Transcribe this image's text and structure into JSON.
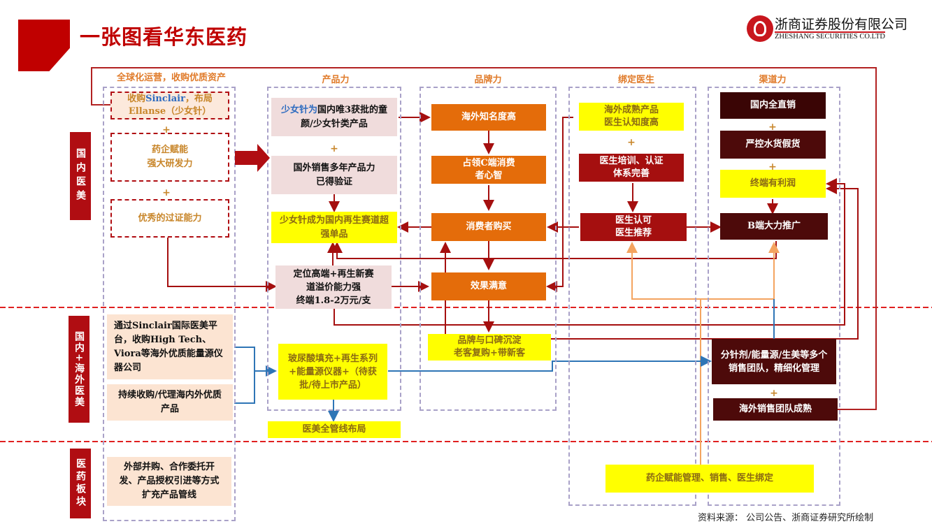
{
  "header": {
    "title": "一张图看华东医药",
    "company_cn": "浙商证券股份有限公司",
    "company_en": "ZHESHANG SECURITIES CO.LTD"
  },
  "section_labels": {
    "domestic_aesthetics": "国内医美",
    "domestic_overseas_aesthetics": "国内+海外医美",
    "pharma": "医药板块"
  },
  "columns": {
    "global": "全球化运营，收购优质资产",
    "product": "产品力",
    "brand": "品牌力",
    "doctor": "绑定医生",
    "channel": "渠道力"
  },
  "global_col": {
    "acquire_prefix": "收购",
    "acquire_brand": "Sinclair",
    "acquire_suffix": "，布局",
    "acquire_line2": "Ellanse（少女针）",
    "rd_line1": "药企赋能",
    "rd_line2": "强大研发力",
    "evidence": "优秀的过证能力",
    "overseas_platform": "通过Sinclair国际医美平台，收购High Tech、Viora等海外优质能量源仪器公司",
    "continuous_acq": "持续收购/代理海内外优质产品",
    "pharma_ext": "外部并购、合作委托开发、产品授权引进等方式扩充产品管线",
    "plus": "+"
  },
  "product_col": {
    "only3_highlight": "少女针为",
    "only3_rest": "国内唯3获批的童颜/少女针类产品",
    "overseas_sales": "国外销售多年产品力已得验证",
    "star_product": "少女针成为国内再生赛道超强单品",
    "positioning_l1": "定位高端+再生新赛",
    "positioning_l2": "道溢价能力强",
    "positioning_l3": "终端1.8-2万元/支",
    "pipeline": "玻尿酸填充+再生系列+能量源仪器+（待获批/待上市产品）",
    "full_pipeline": "医美全管线布局",
    "plus": "+"
  },
  "brand_col": {
    "overseas_fame": "海外知名度高",
    "c_end_l1": "占领C端消费",
    "c_end_l2": "者心智",
    "consumer_buy": "消费者购买",
    "satisfied": "效果满意",
    "reputation_l1": "品牌与口碑沉淀",
    "reputation_l2": "老客复购+带新客"
  },
  "doctor_col": {
    "mature_l1": "海外成熟产品",
    "mature_l2": "医生认知度高",
    "training_l1": "医生培训、认证",
    "training_l2": "体系完善",
    "recognize_l1": "医生认可",
    "recognize_l2": "医生推荐",
    "empower": "药企赋能管理、销售、医生绑定",
    "plus": "+"
  },
  "channel_col": {
    "direct": "国内全直销",
    "control": "严控水货假货",
    "profit": "终端有利润",
    "b_end": "B端大力推广",
    "teams": "分针剂/能量源/生美等多个销售团队，精细化管理",
    "overseas_team": "海外销售团队成熟",
    "plus": "+"
  },
  "footer": {
    "source": "资料来源：  公司公告、浙商证券研究所绘制"
  },
  "colors": {
    "brand_red": "#c00000",
    "accent_orange": "#e46c0a",
    "highlight_yellow": "#ffff00",
    "dark_maroon": "#3a0505",
    "connector_blue": "#2e75b6",
    "connector_tan": "#f4a460"
  }
}
